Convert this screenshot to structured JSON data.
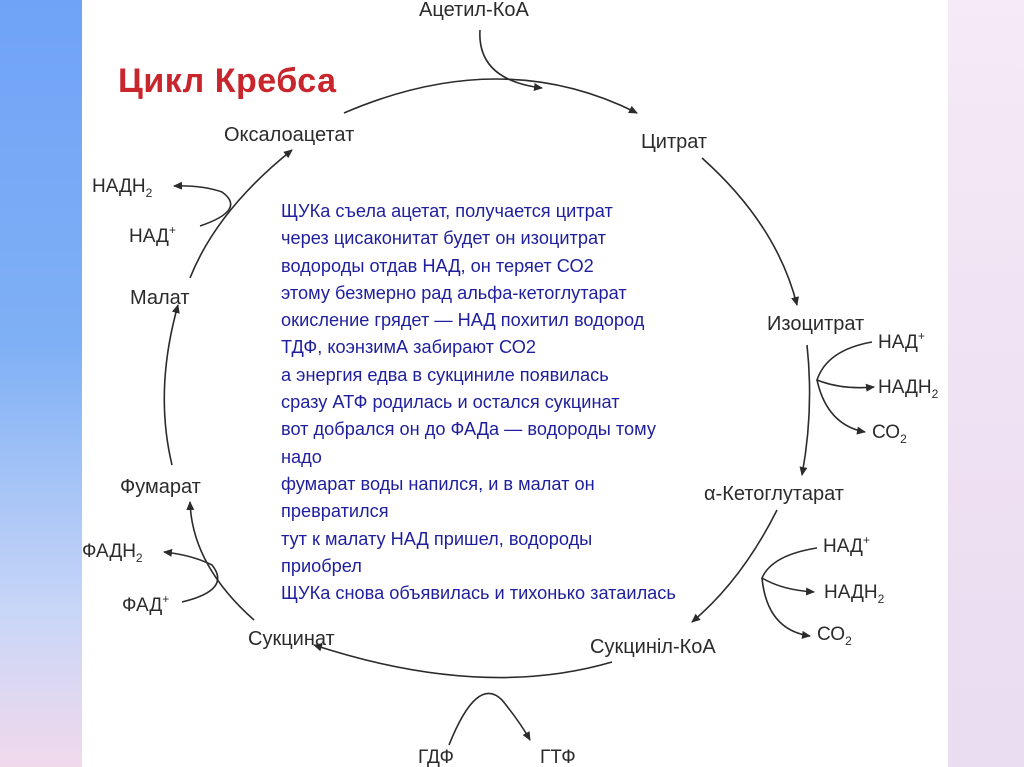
{
  "title": "Цикл Кребса",
  "cycle": {
    "acetyl_coa": "Ацетил-КоА",
    "citrate": "Цитрат",
    "isocitrate": "Изоцитрат",
    "alpha_ketoglutarate": "α-Кетоглутарат",
    "succinyl_coa": "Сукциніл-КоА",
    "succinate": "Сукцинат",
    "fumarate": "Фумарат",
    "malate": "Малат",
    "oxaloacetate": "Оксалоацетат"
  },
  "cofactors": {
    "nad": "НАД",
    "nad_sup": "+",
    "nadh": "НАДН",
    "nadh_sub": "2",
    "co": "СО",
    "co_sub": "2",
    "fadh": "ФАДН",
    "fadh_sub": "2",
    "fad": "ФАД",
    "fad_sup": "+",
    "gdp": "ГДФ",
    "gtp": "ГТФ"
  },
  "poem": [
    "ЩУКа съела ацетат, получается цитрат",
    "через цисаконитат будет он изоцитрат",
    "водороды отдав НАД, он теряет СО2",
    "этому безмерно рад альфа-кетоглутарат",
    "окисление грядет — НАД похитил водород",
    "ТДФ, коэнзимА забирают СО2",
    "а энергия едва в сукциниле появилась",
    "сразу АТФ родилась и остался сукцинат",
    "вот добрался он до ФАДа — водороды тому",
    "надо",
    "фумарат воды напился, и в малат он",
    "превратился",
    "тут к малату НАД пришел, водороды",
    "приобрел",
    "ЩУКа снова объявилась и тихонько затаилась"
  ],
  "colors": {
    "title": "#c8252c",
    "poem": "#1f1f9e",
    "diagram": "#2b2b2b"
  }
}
